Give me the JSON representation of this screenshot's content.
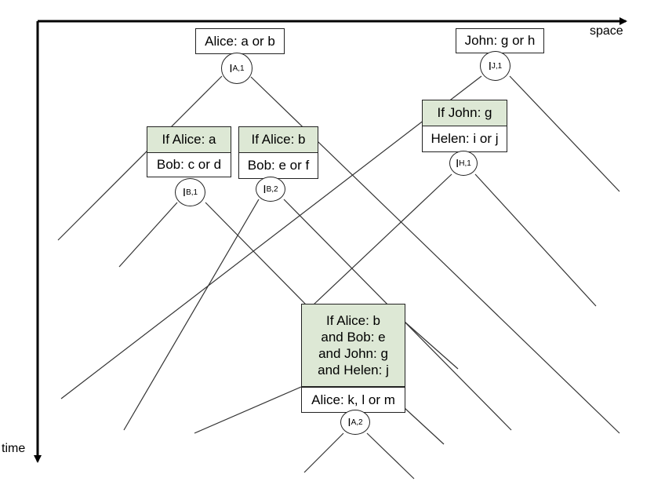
{
  "axes": {
    "x_label": "space",
    "y_label": "time"
  },
  "boxes": {
    "alice1": "Alice: a or b",
    "john1": "John: g or h",
    "if_alice_a": "If Alice: a",
    "bob1": "Bob: c or d",
    "if_alice_b": "If Alice: b",
    "bob2": "Bob: e or f",
    "if_john_g": "If John: g",
    "helen1": "Helen: i or j",
    "combined_condition": [
      "If Alice: b",
      "and Bob: e",
      "and John: g",
      "and Helen: j"
    ],
    "alice2": "Alice: k, l or m"
  },
  "nodes": {
    "ia1": {
      "letter": "I",
      "sub": "A,1"
    },
    "ij1": {
      "letter": "I",
      "sub": "J,1"
    },
    "ib1": {
      "letter": "I",
      "sub": "B,1"
    },
    "ib2": {
      "letter": "I",
      "sub": "B,2"
    },
    "ih1": {
      "letter": "I",
      "sub": "H,1"
    },
    "ia2": {
      "letter": "I",
      "sub": "A,2"
    }
  },
  "colors": {
    "condition_fill": "#dde8d5",
    "line": "#333333",
    "axis": "#000000"
  }
}
